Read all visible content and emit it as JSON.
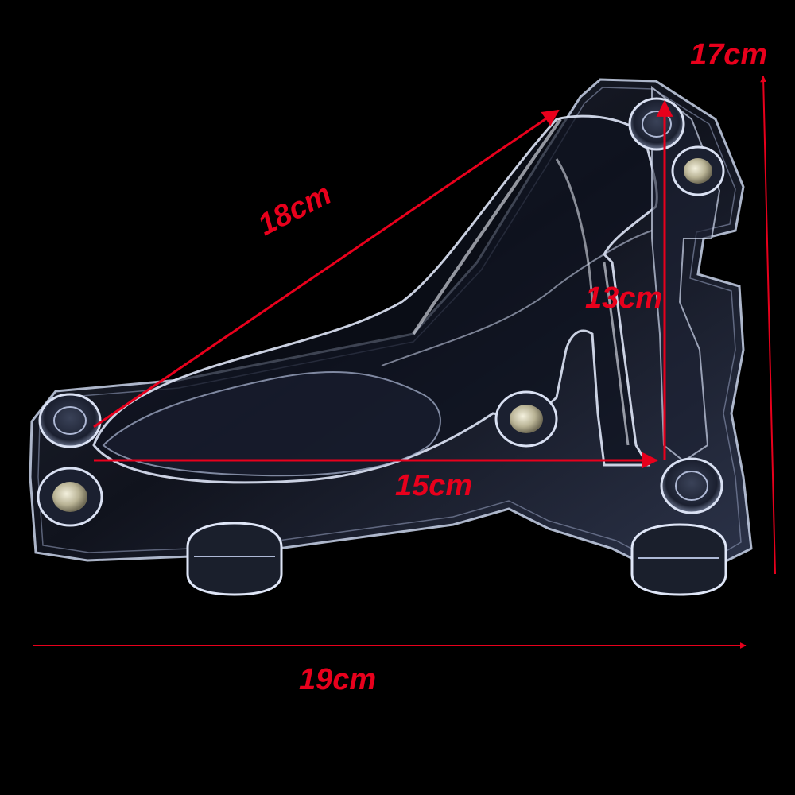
{
  "colors": {
    "background": "#000000",
    "dimension_red": "#e8001c",
    "plastic_edge": "#c9d3ea",
    "plastic_fill": "#1a1e2a",
    "magnet": "#b5b09a"
  },
  "dimensions": {
    "height_total": "17cm",
    "diagonal": "18cm",
    "heel_height": "13cm",
    "sole_length": "15cm",
    "width_total": "19cm"
  }
}
